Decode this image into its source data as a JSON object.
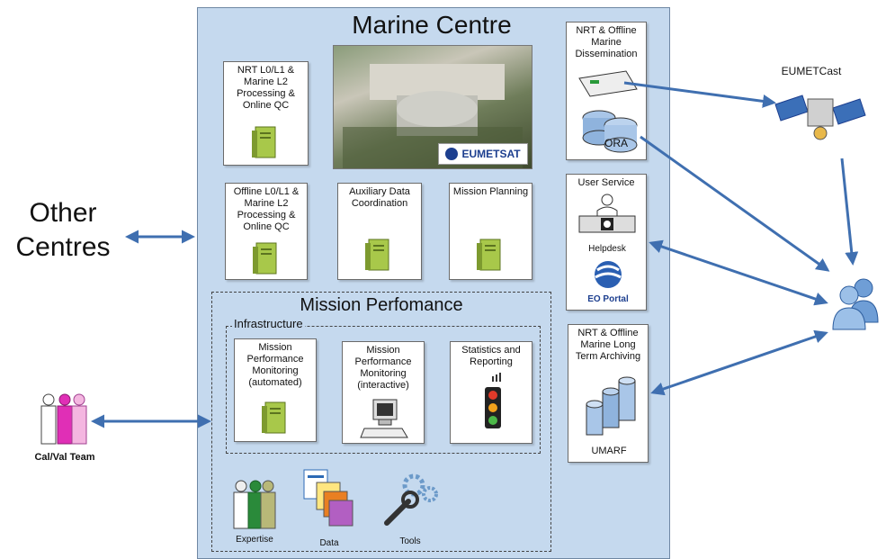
{
  "title": "Marine Centre",
  "other_centres": "Other Centres",
  "calval_team": "Cal/Val Team",
  "eumetcast": "EUMETCast",
  "logo_text": "EUMETSAT",
  "boxes": {
    "nrt_processing": "NRT L0/L1 & Marine L2 Processing & Online QC",
    "offline_processing": "Offline L0/L1 & Marine L2 Processing & Online QC",
    "auxiliary": "Auxiliary Data Coordination",
    "mission_planning": "Mission Planning"
  },
  "mission_performance": {
    "title": "Mission Perfomance",
    "infrastructure": "Infrastructure",
    "automated": "Mission Performance Monitoring (automated)",
    "interactive": "Mission Performance Monitoring (interactive)",
    "statistics": "Statistics and Reporting",
    "expertise": "Expertise",
    "data": "Data",
    "tools": "Tools"
  },
  "dissemination": {
    "title": "NRT & Offline Marine Dissemination",
    "ora": "ORA"
  },
  "user_service": {
    "title": "User Service",
    "helpdesk": "Helpdesk",
    "eo_portal": "EO Portal"
  },
  "archiving": {
    "title": "NRT & Offline Marine Long Term Archiving",
    "umarf": "UMARF"
  },
  "colors": {
    "panel": "#c5d9ee",
    "arrow": "#3f6fb0",
    "server": "#a8c84a"
  }
}
